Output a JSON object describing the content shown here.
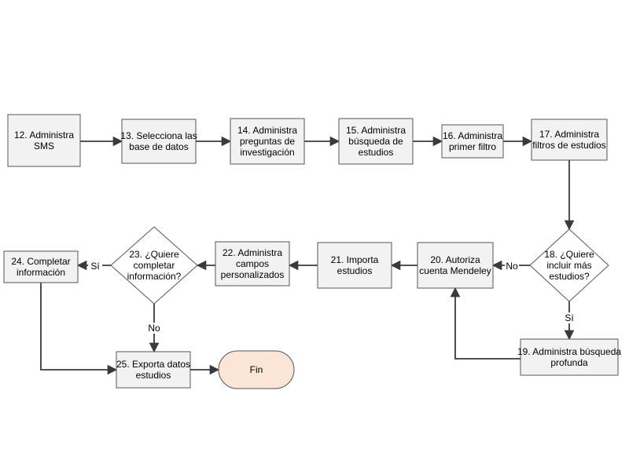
{
  "diagram": {
    "nodes": [
      {
        "id": "n12",
        "shape": "process",
        "label": [
          "12. Administra",
          "SMS"
        ]
      },
      {
        "id": "n13",
        "shape": "process",
        "label": [
          "13. Selecciona las",
          "base de datos"
        ]
      },
      {
        "id": "n14",
        "shape": "process",
        "label": [
          "14. Administra",
          "preguntas de",
          "investigación"
        ]
      },
      {
        "id": "n15",
        "shape": "process",
        "label": [
          "15. Administra",
          "búsqueda de",
          "estudios"
        ]
      },
      {
        "id": "n16",
        "shape": "process",
        "label": [
          "16. Administra",
          "primer filtro"
        ]
      },
      {
        "id": "n17",
        "shape": "process",
        "label": [
          "17. Administra",
          "filtros  de estudios"
        ]
      },
      {
        "id": "n18",
        "shape": "decision",
        "label": [
          "18. ¿Quiere",
          "incluir más",
          "estudios?"
        ]
      },
      {
        "id": "n19",
        "shape": "process",
        "label": [
          "19. Administra búsqueda",
          "profunda"
        ]
      },
      {
        "id": "n20",
        "shape": "process",
        "label": [
          "20. Autoriza",
          "cuenta Mendeley"
        ]
      },
      {
        "id": "n21",
        "shape": "process",
        "label": [
          "21. Importa",
          "estudios"
        ]
      },
      {
        "id": "n22",
        "shape": "process",
        "label": [
          "22. Administra",
          "campos",
          "personalizados"
        ]
      },
      {
        "id": "n23",
        "shape": "decision",
        "label": [
          "23. ¿Quiere",
          "completar",
          "información?"
        ]
      },
      {
        "id": "n24",
        "shape": "process",
        "label": [
          "24. Completar",
          "información"
        ]
      },
      {
        "id": "n25",
        "shape": "process",
        "label": [
          "25. Exporta datos",
          "estudios"
        ]
      },
      {
        "id": "fin",
        "shape": "terminal",
        "label": [
          "Fin"
        ]
      }
    ],
    "edges": [
      {
        "from": "n12",
        "to": "n13",
        "label": ""
      },
      {
        "from": "n13",
        "to": "n14",
        "label": ""
      },
      {
        "from": "n14",
        "to": "n15",
        "label": ""
      },
      {
        "from": "n15",
        "to": "n16",
        "label": ""
      },
      {
        "from": "n16",
        "to": "n17",
        "label": ""
      },
      {
        "from": "n17",
        "to": "n18",
        "label": ""
      },
      {
        "from": "n18",
        "to": "n20",
        "label": "No"
      },
      {
        "from": "n18",
        "to": "n19",
        "label": "Sí"
      },
      {
        "from": "n19",
        "to": "n20",
        "label": ""
      },
      {
        "from": "n20",
        "to": "n21",
        "label": ""
      },
      {
        "from": "n21",
        "to": "n22",
        "label": ""
      },
      {
        "from": "n22",
        "to": "n23",
        "label": ""
      },
      {
        "from": "n23",
        "to": "n24",
        "label": "Sí"
      },
      {
        "from": "n23",
        "to": "n25",
        "label": "No"
      },
      {
        "from": "n24",
        "to": "n25",
        "label": ""
      },
      {
        "from": "n25",
        "to": "fin",
        "label": ""
      }
    ],
    "colors": {
      "process_fill": "#f2f2f2",
      "process_stroke": "#555555",
      "decision_fill": "#ffffff",
      "terminal_fill": "#fbe5d6",
      "terminal_stroke": "#555555",
      "edge": "#3a3a3a",
      "text": "#000000"
    }
  }
}
